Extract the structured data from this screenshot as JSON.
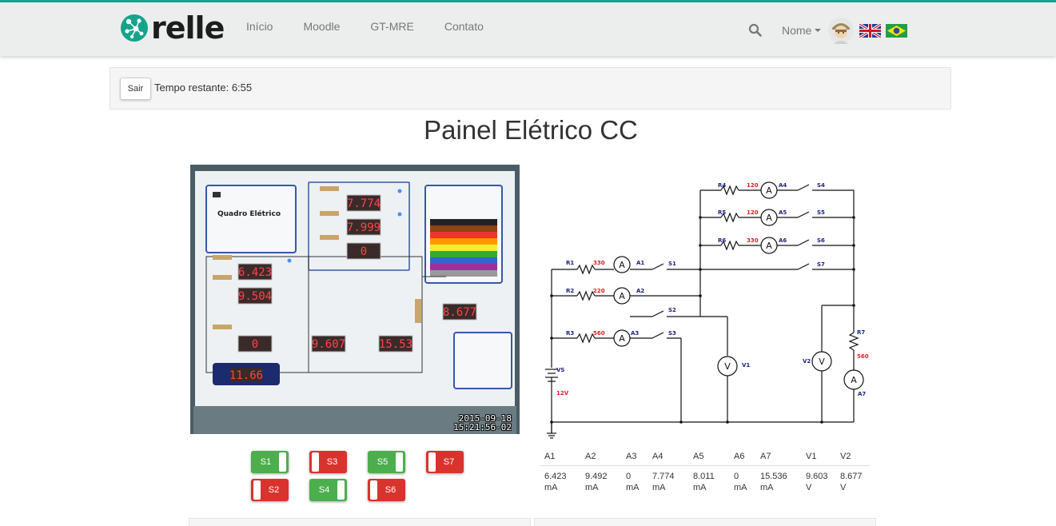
{
  "nav": {
    "brand": "relle",
    "links": [
      "Início",
      "Moodle",
      "GT-MRE",
      "Contato"
    ],
    "user": "Nome",
    "icons": {
      "search": "search-icon",
      "uk_flag": "uk-flag-icon",
      "br_flag": "brazil-flag-icon"
    },
    "accent_color": "#14a38b"
  },
  "session": {
    "exit_label": "Sair",
    "time_remaining": "Tempo restante: 6:55"
  },
  "page_title": "Painel Elétrico CC",
  "camera": {
    "panel_title": "Quadro Elétrico",
    "timestamp_date": "2015-09-18",
    "timestamp_time": "15:21:56-02",
    "displays": [
      "7.774",
      "7.999",
      "0",
      "6.423",
      "9.504",
      "0",
      "9.607",
      "15.53",
      "8.677",
      "11.66"
    ]
  },
  "switches": [
    {
      "label": "S1",
      "state": "on"
    },
    {
      "label": "S2",
      "state": "off"
    },
    {
      "label": "S3",
      "state": "off"
    },
    {
      "label": "S4",
      "state": "on"
    },
    {
      "label": "S5",
      "state": "on"
    },
    {
      "label": "S6",
      "state": "off"
    },
    {
      "label": "S7",
      "state": "off"
    }
  ],
  "switch_colors": {
    "on": "#4cae4c",
    "off": "#d9332e"
  },
  "circuit": {
    "resistors": [
      {
        "name": "R1",
        "value": "330"
      },
      {
        "name": "R2",
        "value": "220"
      },
      {
        "name": "R3",
        "value": "560"
      },
      {
        "name": "R4",
        "value": "120"
      },
      {
        "name": "R5",
        "value": "120"
      },
      {
        "name": "R6",
        "value": "330"
      },
      {
        "name": "R7",
        "value": "560"
      }
    ],
    "ammeters": [
      "A1",
      "A2",
      "A3",
      "A4",
      "A5",
      "A6",
      "A7"
    ],
    "voltmeters": [
      "V1",
      "V2"
    ],
    "switches": [
      "S1",
      "S2",
      "S3",
      "S4",
      "S5",
      "S6",
      "S7"
    ],
    "source": {
      "name": "VS",
      "value": "12V"
    },
    "meter_symbols": {
      "ammeter": "A",
      "voltmeter": "V"
    }
  },
  "readings": {
    "headers": [
      "A1",
      "A2",
      "A3",
      "A4",
      "A5",
      "A6",
      "A7",
      "V1",
      "V2"
    ],
    "values": [
      "6.423",
      "9.492",
      "0",
      "7.774",
      "8.011",
      "0",
      "15.536",
      "9.603",
      "8.677"
    ],
    "units": [
      "mA",
      "mA",
      "mA",
      "mA",
      "mA",
      "mA",
      "mA",
      "V",
      "V"
    ]
  }
}
